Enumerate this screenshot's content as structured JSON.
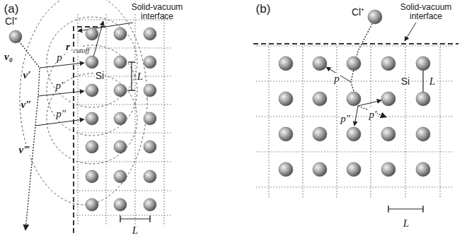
{
  "diagram": {
    "labels": [
      "(a)",
      "Solid-vacuum interface",
      "Cl⁺",
      "v₀",
      "r",
      "cutoff",
      "p",
      "v′",
      "Si",
      "p′",
      "L",
      "v″",
      "p″",
      "v‴",
      "L",
      "(b)",
      "Solid-vacuum interface",
      "Cl⁺",
      "Si",
      "p",
      "L",
      "p″",
      "p′",
      "L"
    ]
  }
}
